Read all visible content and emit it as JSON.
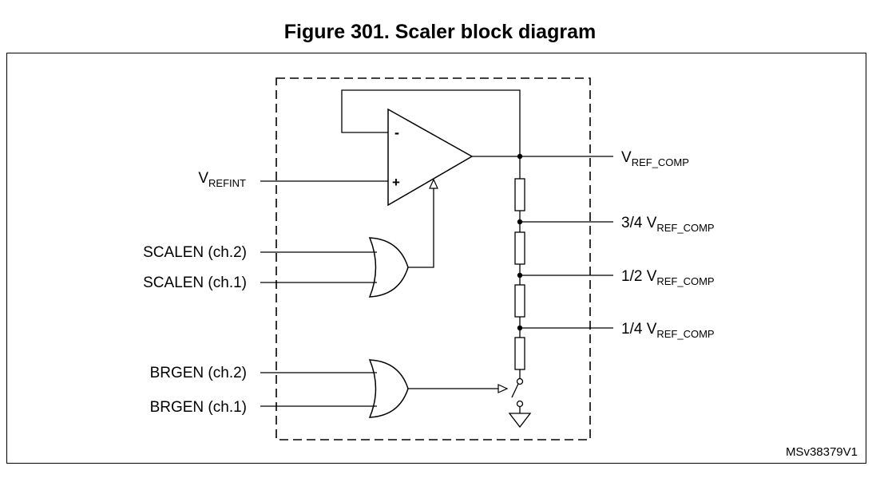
{
  "title": "Figure 301. Scaler block diagram",
  "code": "MSv38379V1",
  "inputs": {
    "vrefint": {
      "main": "V",
      "sub": "REFINT"
    },
    "scalen_ch2": "SCALEN (ch.2)",
    "scalen_ch1": "SCALEN (ch.1)",
    "brgen_ch2": "BRGEN (ch.2)",
    "brgen_ch1": "BRGEN (ch.1)"
  },
  "opamp": {
    "minus": "-",
    "plus": "+"
  },
  "outputs": {
    "full": {
      "prefix": "V",
      "sub": "REF_COMP"
    },
    "three_quarter": {
      "prefix": "3/4 V",
      "sub": "REF_COMP"
    },
    "half": {
      "prefix": "1/2 V",
      "sub": "REF_COMP"
    },
    "quarter": {
      "prefix": "1/4 V",
      "sub": "REF_COMP"
    }
  }
}
